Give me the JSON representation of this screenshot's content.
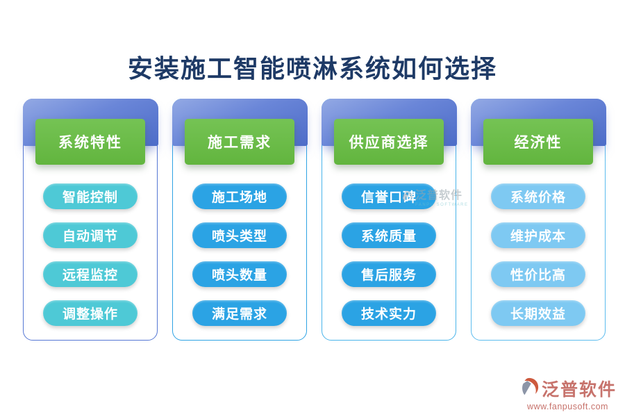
{
  "title": "安装施工智能喷淋系统如何选择",
  "columns": [
    {
      "header": "系统特性",
      "items": [
        "智能控制",
        "自动调节",
        "远程监控",
        "调整操作"
      ],
      "pill_color": "#4ec9d6",
      "border_color": "#5577d4"
    },
    {
      "header": "施工需求",
      "items": [
        "施工场地",
        "喷头类型",
        "喷头数量",
        "满足需求"
      ],
      "pill_color": "#2ba3e4",
      "border_color": "#2ea3e4"
    },
    {
      "header": "供应商选择",
      "items": [
        "信誉口碑",
        "系统质量",
        "售后服务",
        "技术实力"
      ],
      "pill_color": "#2ba3e4",
      "border_color": "#49b4ea"
    },
    {
      "header": "经济性",
      "items": [
        "系统价格",
        "维护成本",
        "性价比高",
        "长期效益"
      ],
      "pill_color": "#7ec9f2",
      "border_color": "#5cbcee"
    }
  ],
  "colors": {
    "title_text": "#1e3a66",
    "band_gradient_top": "#93a9e4",
    "band_gradient_bottom": "#4d6cc8",
    "header_green": "#6abc45",
    "pill_text": "#ffffff",
    "footer_brand": "#c7736c"
  },
  "center_watermark": {
    "text": "泛普软件",
    "subtext": "FANPU SOFTWARE"
  },
  "footer": {
    "brand": "泛普软件",
    "url": "www.fanpusoft.com"
  }
}
